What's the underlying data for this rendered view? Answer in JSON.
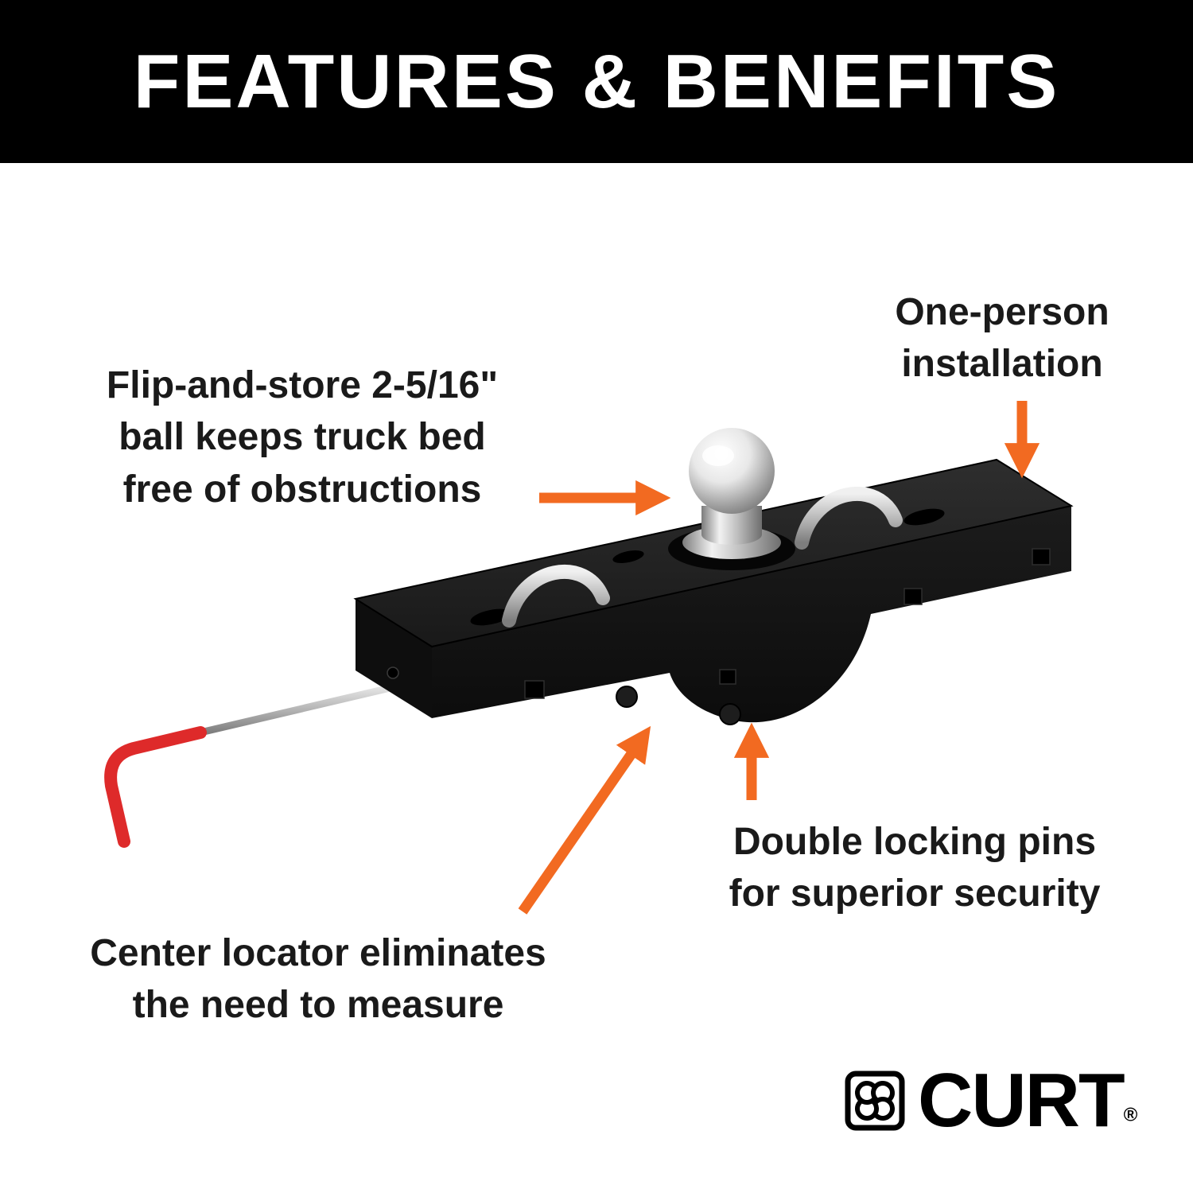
{
  "header": {
    "title": "FEATURES & BENEFITS"
  },
  "callouts": {
    "flip_ball": {
      "lines": [
        "Flip-and-store 2-5/16\"",
        "ball keeps truck bed",
        "free of obstructions"
      ],
      "arrow_direction": "right"
    },
    "one_person": {
      "lines": [
        "One-person",
        "installation"
      ],
      "arrow_direction": "down"
    },
    "double_pins": {
      "lines": [
        "Double locking pins",
        "for superior security"
      ],
      "arrow_direction": "up"
    },
    "center_locator": {
      "lines": [
        "Center locator eliminates",
        "the need to measure"
      ],
      "arrow_direction": "up-right"
    }
  },
  "brand": {
    "name": "CURT",
    "registered": "®"
  },
  "icons": {
    "logo_mark": "curt-clover-mark"
  },
  "colors": {
    "accent_orange": "#F26A21",
    "handle_red": "#DE2A2A",
    "header_bg": "#000000",
    "header_text": "#FFFFFF",
    "body_text": "#1A1A1A",
    "hitch_black": "#161616",
    "chrome": "#C9C9C9"
  }
}
